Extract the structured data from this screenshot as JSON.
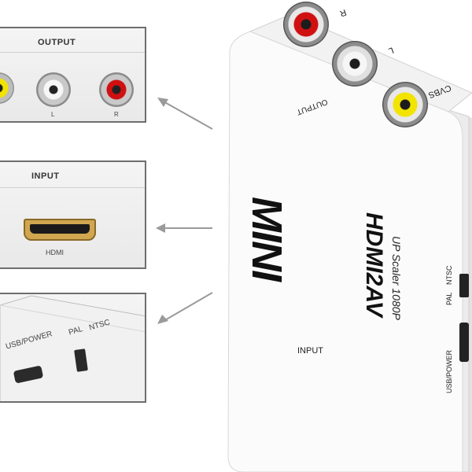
{
  "callouts": {
    "output": {
      "title": "OUTPUT",
      "left_label": "L",
      "right_label": "R"
    },
    "input": {
      "title": "INPUT",
      "port_label": "HDMI"
    },
    "side": {
      "usb_label": "USB/POWER",
      "pal_label": "PAL",
      "ntsc_label": "NTSC"
    }
  },
  "device": {
    "brand": "MINI",
    "model": "HDMI2AV",
    "subtitle": "UP Scaler 1080P",
    "output_label": "OUTPUT",
    "input_label": "INPUT",
    "port_r": "R",
    "port_l": "L",
    "port_cvbs": "CVBS",
    "side_usb": "USB/POWER",
    "side_pal": "PAL",
    "side_ntsc": "NTSC"
  },
  "colors": {
    "red": "#d01010",
    "yellow": "#f2e400",
    "white": "#f4f4f4",
    "gold": "#c9a04a"
  }
}
